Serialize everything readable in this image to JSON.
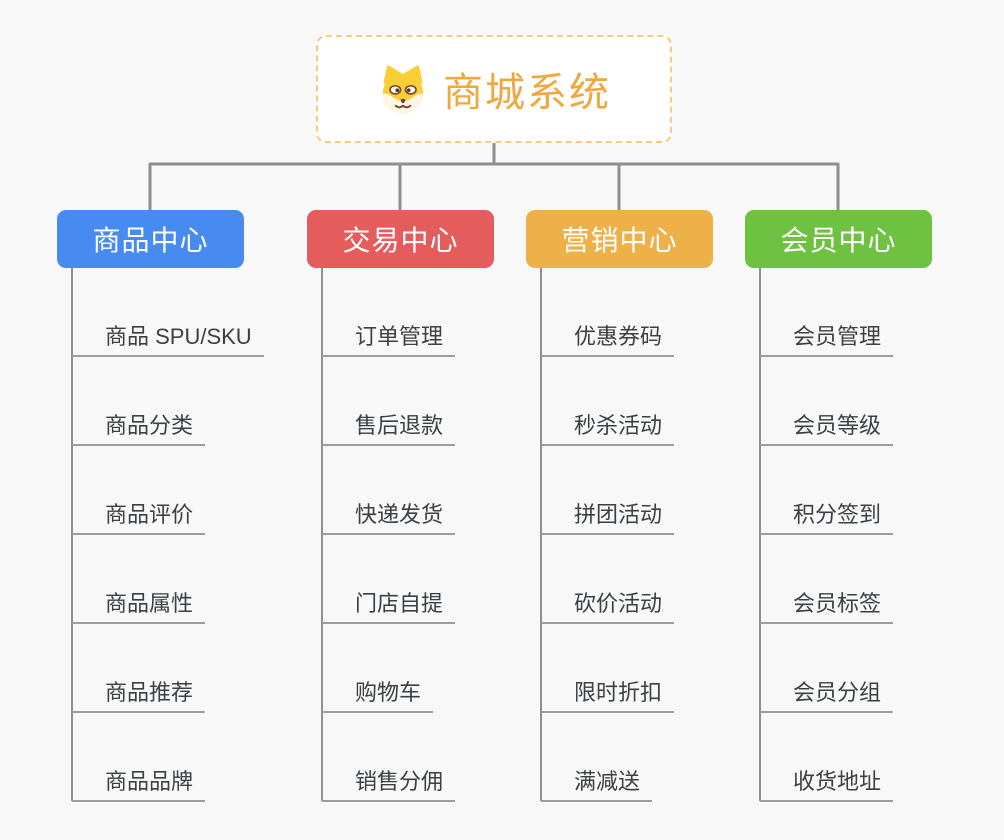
{
  "root": {
    "title": "商城系统",
    "icon": "shiba-dog-icon"
  },
  "branches": [
    {
      "label": "商品中心",
      "color": "#478af0",
      "items": [
        "商品 SPU/SKU",
        "商品分类",
        "商品评价",
        "商品属性",
        "商品推荐",
        "商品品牌"
      ]
    },
    {
      "label": "交易中心",
      "color": "#e45c5c",
      "items": [
        "订单管理",
        "售后退款",
        "快递发货",
        "门店自提",
        "购物车",
        "销售分佣"
      ]
    },
    {
      "label": "营销中心",
      "color": "#eeb14a",
      "items": [
        "优惠券码",
        "秒杀活动",
        "拼团活动",
        "砍价活动",
        "限时折扣",
        "满减送"
      ]
    },
    {
      "label": "会员中心",
      "color": "#6fc141",
      "items": [
        "会员管理",
        "会员等级",
        "积分签到",
        "会员标签",
        "会员分组",
        "收货地址"
      ]
    }
  ],
  "colors": {
    "background": "#f8f8f8",
    "connector": "#8f8f8f",
    "underline": "#9c9c9c",
    "text": "#3b4045",
    "root_border": "#f7ca80",
    "root_text": "#f0a73e"
  }
}
